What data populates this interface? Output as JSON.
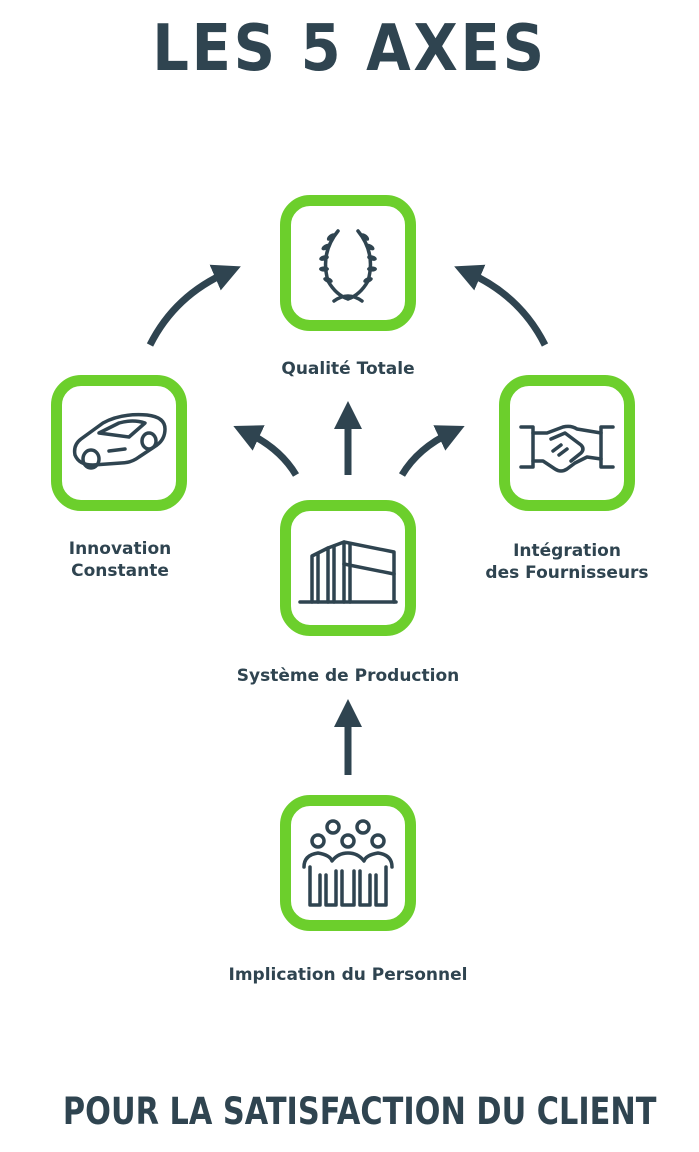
{
  "title": "LES 5 AXES",
  "footer": "POUR LA SATISFACTION DU CLIENT",
  "accent_color": "#6ccf2c",
  "text_color": "#2f4450",
  "nodes": {
    "qualite": {
      "icon": "laurel-wreath-icon",
      "label": "Qualité Totale"
    },
    "innovation": {
      "icon": "car-icon",
      "label_line1": "Innovation",
      "label_line2": "Constante"
    },
    "integration": {
      "icon": "handshake-icon",
      "label_line1": "Intégration",
      "label_line2": "des Fournisseurs"
    },
    "production": {
      "icon": "factory-building-icon",
      "label": "Système de Production"
    },
    "personnel": {
      "icon": "people-group-icon",
      "label": "Implication du Personnel"
    }
  }
}
